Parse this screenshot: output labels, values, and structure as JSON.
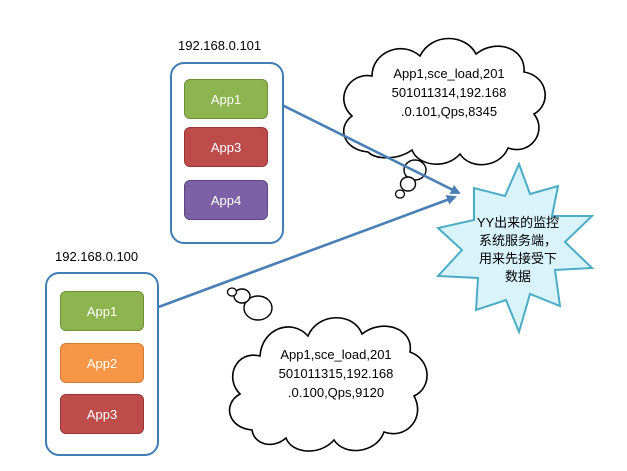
{
  "servers": [
    {
      "ip": "192.168.0.101",
      "apps": [
        {
          "label": "App1",
          "fill": "#8db44f",
          "stroke": "#6e9035"
        },
        {
          "label": "App3",
          "fill": "#be4c4b",
          "stroke": "#9b3433"
        },
        {
          "label": "App4",
          "fill": "#7d61a6",
          "stroke": "#5f4585"
        }
      ]
    },
    {
      "ip": "192.168.0.100",
      "apps": [
        {
          "label": "App1",
          "fill": "#8db44f",
          "stroke": "#6e9035"
        },
        {
          "label": "App2",
          "fill": "#f79646",
          "stroke": "#d27a2e"
        },
        {
          "label": "App3",
          "fill": "#be4c4b",
          "stroke": "#9b3433"
        }
      ]
    }
  ],
  "messages": [
    {
      "lines": [
        "App1,sce_load,201",
        "501011314,192.168",
        ".0.101,Qps,8345"
      ]
    },
    {
      "lines": [
        "App1,sce_load,201",
        "501011315,192.168",
        ".0.100,Qps,9120"
      ]
    }
  ],
  "monitor": {
    "lines": [
      "YY出来的监控",
      "系统服务端，",
      "用来先接受下",
      "数据"
    ]
  },
  "colors": {
    "server_border": "#3f7db3",
    "arrow": "#4a7fb5",
    "star_fill": "#d9f3fb",
    "star_stroke": "#4bacc6"
  }
}
